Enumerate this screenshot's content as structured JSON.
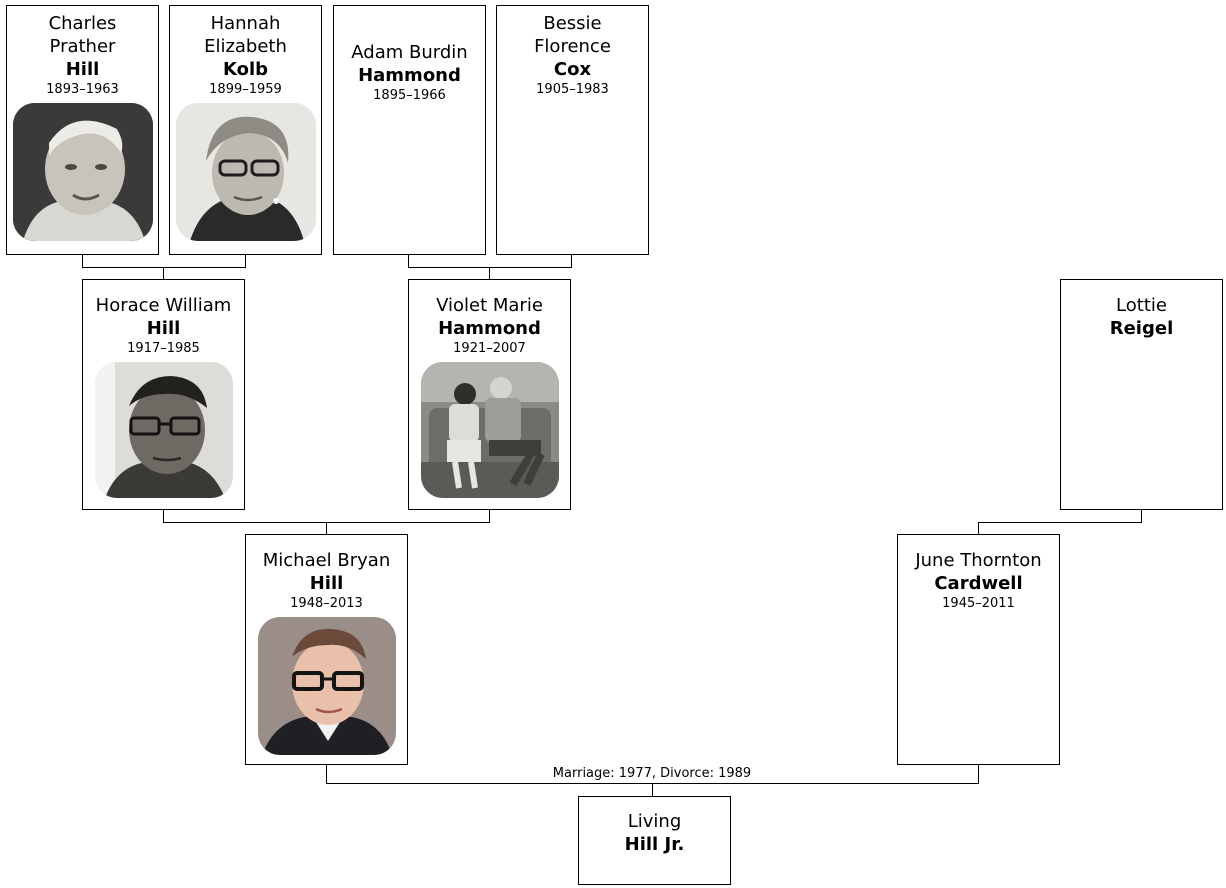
{
  "people": {
    "charles": {
      "given": "Charles Prather",
      "surname": "Hill",
      "dates": "1893–1963",
      "photo": "portrait-photo"
    },
    "hannah": {
      "given": "Hannah Elizabeth",
      "surname": "Kolb",
      "dates": "1899–1959",
      "photo": "portrait-photo"
    },
    "adam": {
      "given": "Adam Burdin",
      "surname": "Hammond",
      "dates": "1895–1966"
    },
    "bessie": {
      "given": "Bessie Florence",
      "surname": "Cox",
      "dates": "1905–1983"
    },
    "horace": {
      "given": "Horace William",
      "surname": "Hill",
      "dates": "1917–1985",
      "photo": "portrait-photo"
    },
    "violet": {
      "given": "Violet Marie",
      "surname": "Hammond",
      "dates": "1921–2007",
      "photo": "couple-photo"
    },
    "lottie": {
      "given": "Lottie",
      "surname": "Reigel"
    },
    "michael": {
      "given": "Michael Bryan",
      "surname": "Hill",
      "dates": "1948–2013",
      "photo": "portrait-photo"
    },
    "june": {
      "given": "June Thornton",
      "surname": "Cardwell",
      "dates": "1945–2011"
    },
    "living": {
      "given": "Living",
      "surname": "Hill Jr."
    }
  },
  "marriage_label": "Marriage: 1977, Divorce: 1989",
  "colors": {
    "line": "#000000",
    "card_border": "#000000",
    "background": "#ffffff"
  }
}
